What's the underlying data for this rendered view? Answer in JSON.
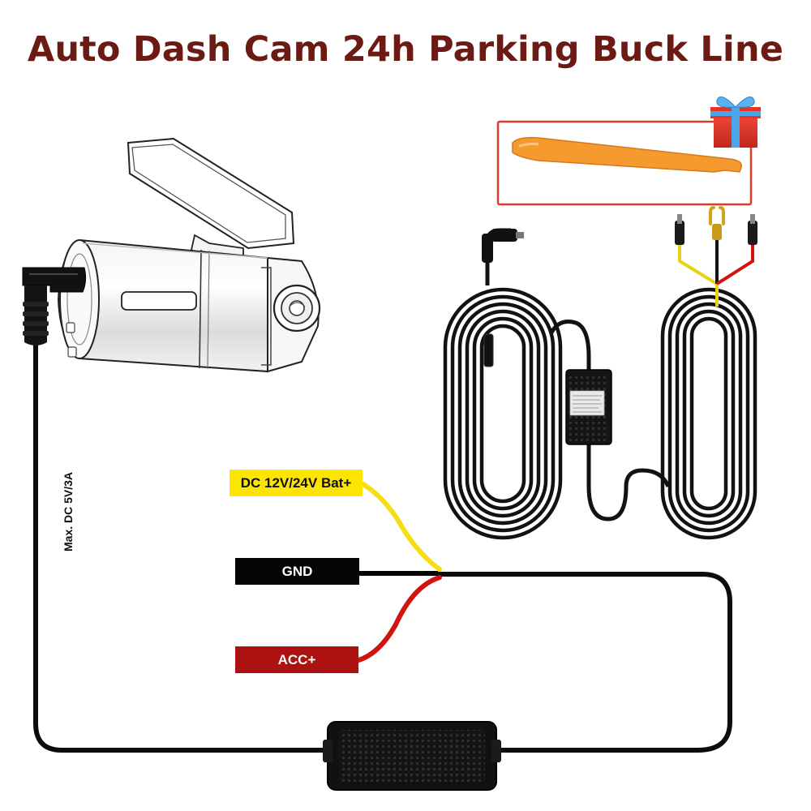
{
  "title": "Auto Dash Cam 24h Parking Buck Line",
  "wires": {
    "battery_label": "DC 12V/24V Bat+",
    "ground_label": "GND",
    "acc_label": "ACC+"
  },
  "spec_label": "Max. DC 5V/3A",
  "colors": {
    "title": "#6b1a14",
    "battery_wire": "#f5df14",
    "ground_wire": "#050505",
    "acc_wire": "#d2140f",
    "gift_frame": "#e03a2c",
    "pry_tool": "#f59a2e"
  }
}
